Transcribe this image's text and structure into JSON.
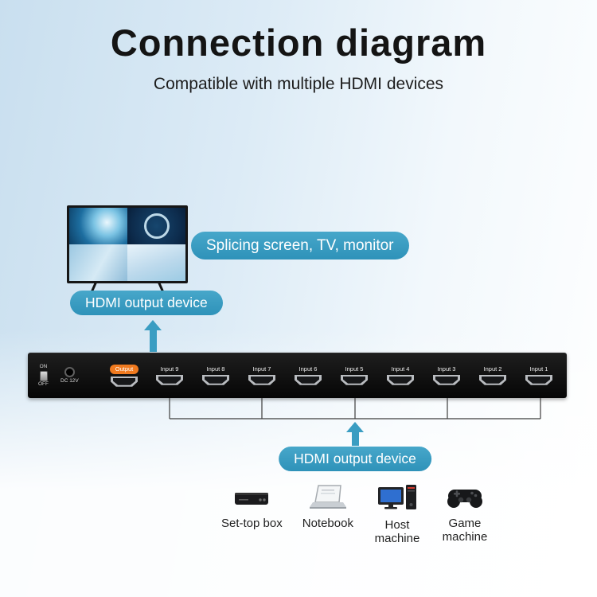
{
  "header": {
    "title": "Connection diagram",
    "subtitle": "Compatible with multiple HDMI devices"
  },
  "callouts": {
    "display_types": "Splicing screen, TV, monitor",
    "output_device": "HDMI output device",
    "input_device": "HDMI output device"
  },
  "switcher": {
    "power_on": "ON",
    "power_off": "OFF",
    "dc_label": "DC 12V",
    "output_label": "Output",
    "inputs": [
      "Input 9",
      "Input 8",
      "Input 7",
      "Input 6",
      "Input 5",
      "Input 4",
      "Input 3",
      "Input 2",
      "Input 1"
    ]
  },
  "sources": [
    {
      "label": "Set-top box"
    },
    {
      "label": "Notebook"
    },
    {
      "label": "Host machine"
    },
    {
      "label": "Game machine"
    }
  ],
  "colors": {
    "accent": "#3a9dc2",
    "device_body": "#101010",
    "output_badge": "#f07a1f"
  }
}
